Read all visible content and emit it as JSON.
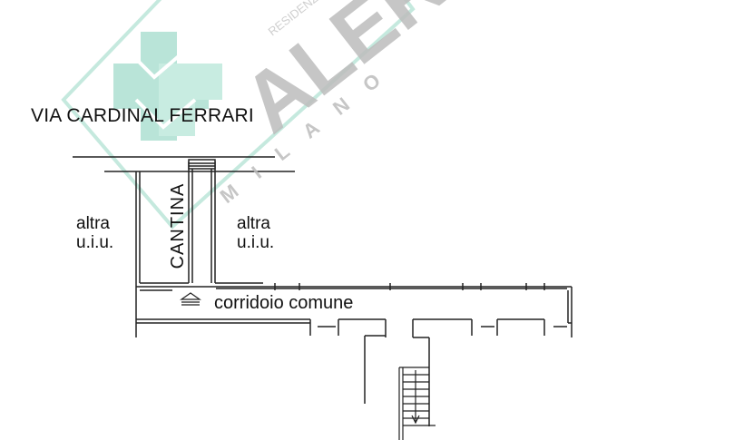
{
  "plan": {
    "street_label": "VIA CARDINAL FERRARI",
    "cellar_label": "CANTINA",
    "corridor_label": "corridoio comune",
    "adjacent_left": {
      "line1": "altra",
      "line2": "u.i.u."
    },
    "adjacent_right": {
      "line1": "altra",
      "line2": "u.i.u."
    }
  },
  "watermark": {
    "brand": "ALER",
    "city": "MILANO",
    "tagline": "RESIDENZE",
    "colors": {
      "logo": "#b6e3d6",
      "text": "#c9c9c9",
      "frame": "#bfe7da"
    }
  },
  "colors": {
    "lines": "#222222",
    "background": "#ffffff"
  }
}
